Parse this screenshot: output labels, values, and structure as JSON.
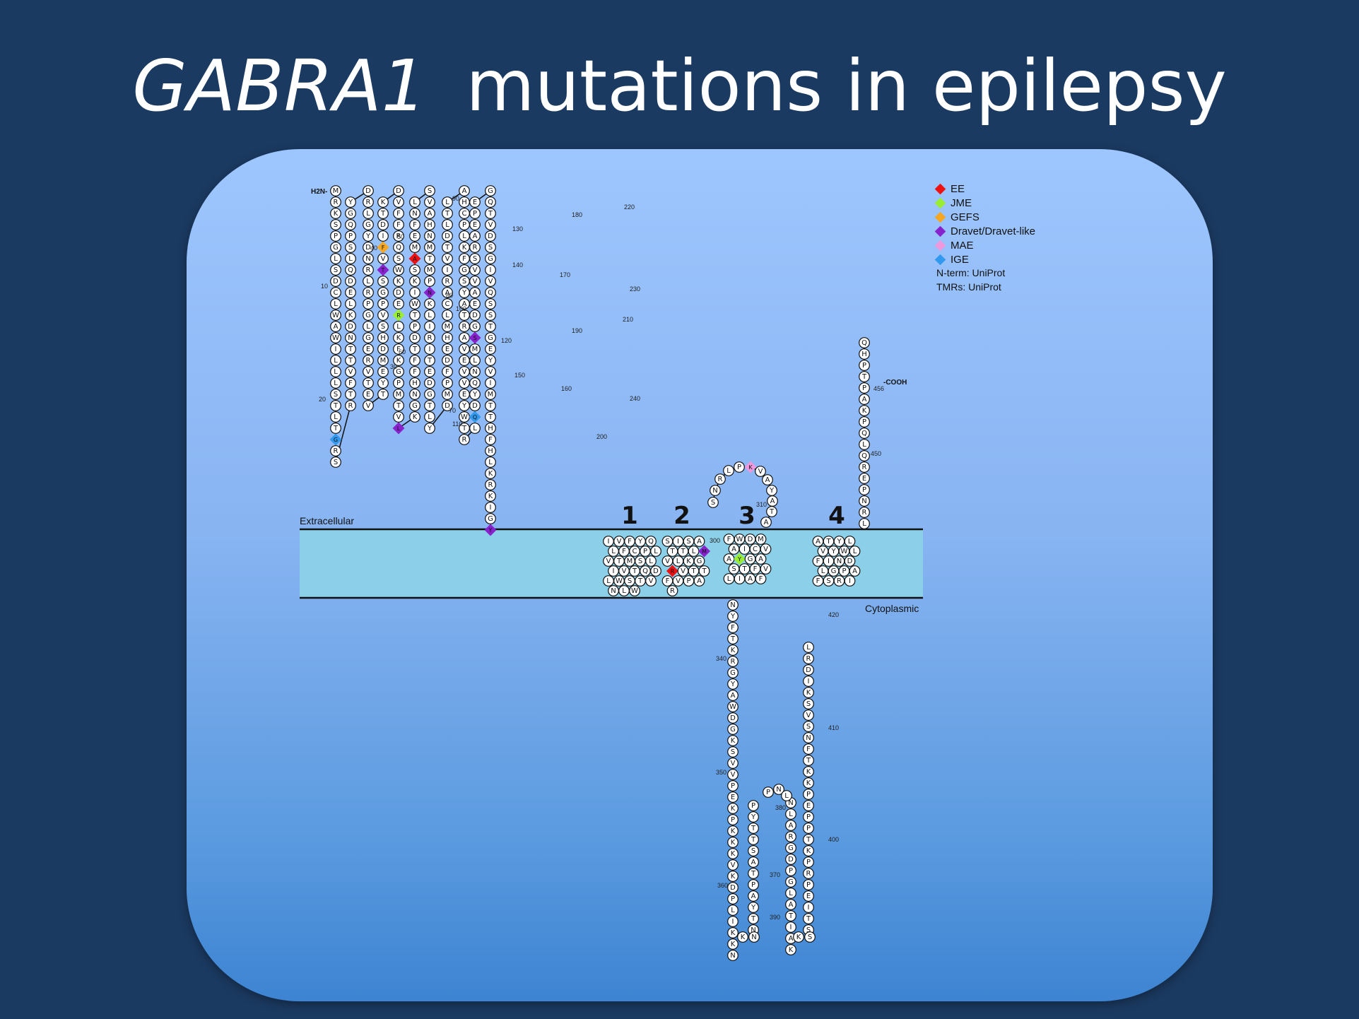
{
  "slide": {
    "title_gene": "GABRA1",
    "title_rest": "mutations in epilepsy"
  },
  "diagram": {
    "n_terminus": "H2N-",
    "c_terminus": "-COOH",
    "extracellular_label": "Extracellular",
    "cytoplasmic_label": "Cytoplasmic",
    "tm_labels": [
      "1",
      "2",
      "3",
      "4"
    ],
    "membrane_color": "#8ccfe8",
    "legend": [
      {
        "label": "EE",
        "color": "#ee1111"
      },
      {
        "label": "JME",
        "color": "#99ee33"
      },
      {
        "label": "GEFS",
        "color": "#f5a623"
      },
      {
        "label": "Dravet/Dravet-like",
        "color": "#8822cc"
      },
      {
        "label": "MAE",
        "color": "#ee99dd"
      },
      {
        "label": "IGE",
        "color": "#3399ee"
      }
    ],
    "notes": [
      "N-term: UniProt",
      "TMRs: UniProt"
    ],
    "position_labels": [
      "10",
      "20",
      "30",
      "40",
      "50",
      "60",
      "70",
      "80",
      "90",
      "100",
      "110",
      "120",
      "130",
      "140",
      "150",
      "160",
      "170",
      "180",
      "190",
      "200",
      "210",
      "220",
      "230",
      "240",
      "300",
      "310",
      "340",
      "350",
      "360",
      "370",
      "380",
      "390",
      "400",
      "410",
      "420",
      "450",
      "456"
    ],
    "columns": [
      "MRKSPGLSDCLWAWILLLSTLTGRS",
      "RTFVTTNDKLEDQLSPQGY",
      "DRLGYDNRLRPGLGERVTEV",
      "TYEMDHSVPGSTVFIDTK",
      "DVFFRQSWKDERLKFKGPMTVL",
      "KGNHFFTDPTWIKSAMEFNL",
      "SVAHNMTMPNKLIRITEDGTLY",
      "DMPFDEHMLCARIVTDLTL",
      "AHCPLKFGSYATRAVEVVEYWTR",
      "LQDYQNLMSGDEAVVSRAEPE",
      "GQTVDSGIVQSSTGEYVIMTTHFHLKRKIGY"
    ],
    "tm4_to_cterm": "LRNPERQLQPKAPTPHQ",
    "loop_left_down": "NYFTKRGYAWDGKSVVPEKPKKKVKDPLIKKN",
    "loop_left_up": "NTYAPTASTTYP",
    "loop_right_down": "NLARGDPGLATIAK",
    "loop_right_up": "STIEPRPKTPPEPKKTFNSVSKIDRL",
    "ecl23_loop": "SNRLPKVAYATA",
    "mutations": [
      {
        "residue": "T",
        "position": "20",
        "class": "IGE"
      },
      {
        "residue": "S",
        "position": "76",
        "class": "Dravet/Dravet-like"
      },
      {
        "residue": "V",
        "position": "79",
        "class": "GEFS"
      },
      {
        "residue": "F",
        "position": "104",
        "class": "JME"
      },
      {
        "residue": "N",
        "position": "112",
        "class": "Dravet/Dravet-like"
      },
      {
        "residue": "R",
        "position": "136",
        "class": "EE"
      },
      {
        "residue": "G",
        "position": "152",
        "class": "Dravet/Dravet-like"
      },
      {
        "residue": "D",
        "position": "219",
        "class": "IGE"
      },
      {
        "residue": "R",
        "position": "214",
        "class": "Dravet/Dravet-like"
      },
      {
        "residue": "K",
        "position": "283",
        "class": "Dravet/Dravet-like"
      },
      {
        "residue": "K",
        "position": "306",
        "class": "MAE"
      },
      {
        "residue": "T",
        "position": "292",
        "class": "Dravet/Dravet-like"
      },
      {
        "residue": "T",
        "position": "289",
        "class": "EE"
      },
      {
        "residue": "A",
        "position": "322",
        "class": "JME"
      }
    ]
  }
}
